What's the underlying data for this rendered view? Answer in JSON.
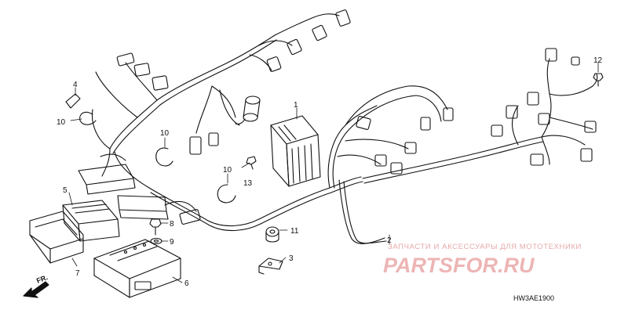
{
  "diagram": {
    "callouts": {
      "p1": "1",
      "p2": "2",
      "p3": "3",
      "p4": "4",
      "p5": "5",
      "p6": "6",
      "p7": "7",
      "p8": "8",
      "p9": "9",
      "p10a": "10",
      "p10b": "10",
      "p10c": "10",
      "p11": "11",
      "p12": "12",
      "p13": "13"
    },
    "direction_label": "FR.",
    "drawing_code": "HW3AE1900"
  },
  "watermark": {
    "tagline": "ЗАПЧАСТИ И АКСЕССУАРЫ ДЛЯ МОТОТЕХНИКИ",
    "logo": "PARTSFOR.RU",
    "color": "#e07a7a"
  },
  "colors": {
    "line": "#111111",
    "background": "#ffffff"
  }
}
